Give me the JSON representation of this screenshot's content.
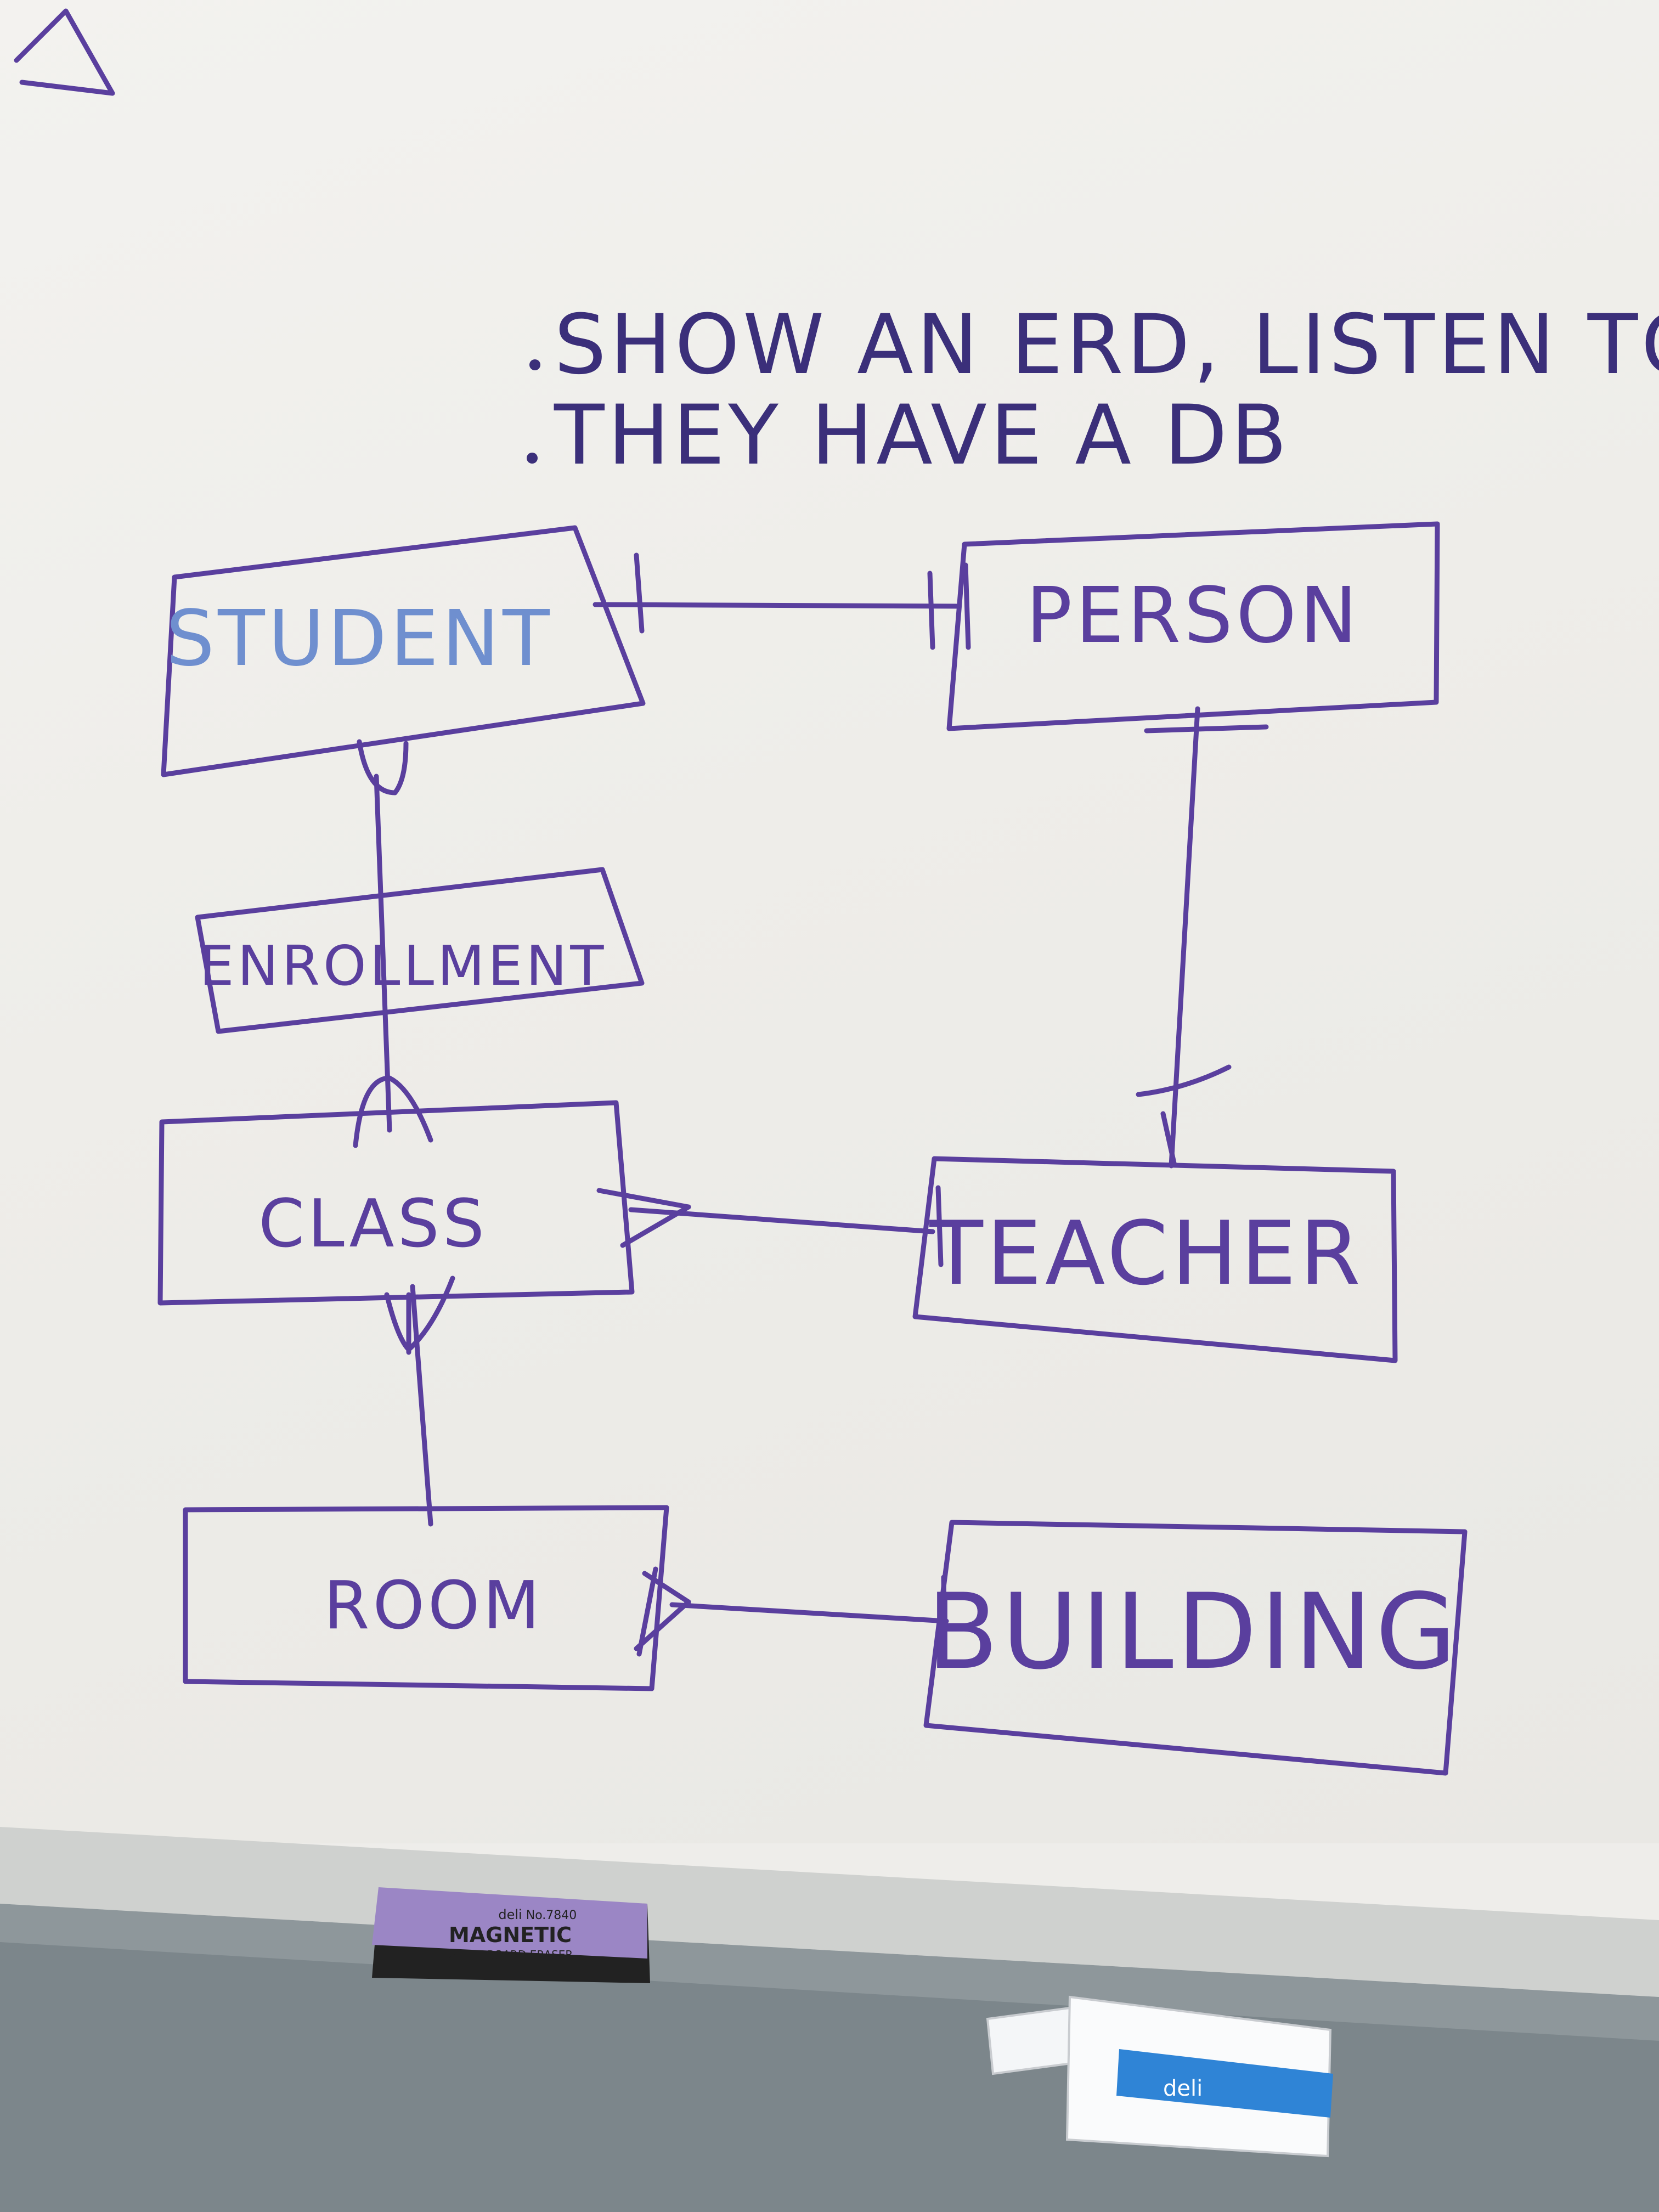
{
  "ink_color": "#5a3f9e",
  "note_ink_color": "#3b2f7a",
  "notes": [
    "SHOW AN ERD, LISTEN TO E",
    "THEY HAVE A DB"
  ],
  "entities": {
    "student": "STUDENT",
    "person": "PERSON",
    "enrollment": "ENROLLMENT",
    "class": "CLASS",
    "teacher": "TEACHER",
    "room": "ROOM",
    "building": "BUILDING"
  },
  "relationships": [
    {
      "from": "STUDENT",
      "to": "PERSON",
      "from_end": "one",
      "to_end": "one"
    },
    {
      "from": "PERSON",
      "to": "TEACHER",
      "from_end": "one",
      "to_end": "one"
    },
    {
      "from": "STUDENT",
      "to": "CLASS",
      "from_end": "many",
      "to_end": "many",
      "via": "ENROLLMENT"
    },
    {
      "from": "TEACHER",
      "to": "CLASS",
      "from_end": "one",
      "to_end": "many"
    },
    {
      "from": "CLASS",
      "to": "ROOM",
      "from_end": "many",
      "to_end": "one"
    },
    {
      "from": "BUILDING",
      "to": "ROOM",
      "from_end": "one",
      "to_end": "many"
    }
  ],
  "objects": {
    "eraser": {
      "brand": "deli",
      "model": "No.7840",
      "label": "MAGNETIC",
      "sublabel": "WHITE BOARD ERASER"
    },
    "cleaner_bottle": {
      "brand": "deli"
    }
  }
}
